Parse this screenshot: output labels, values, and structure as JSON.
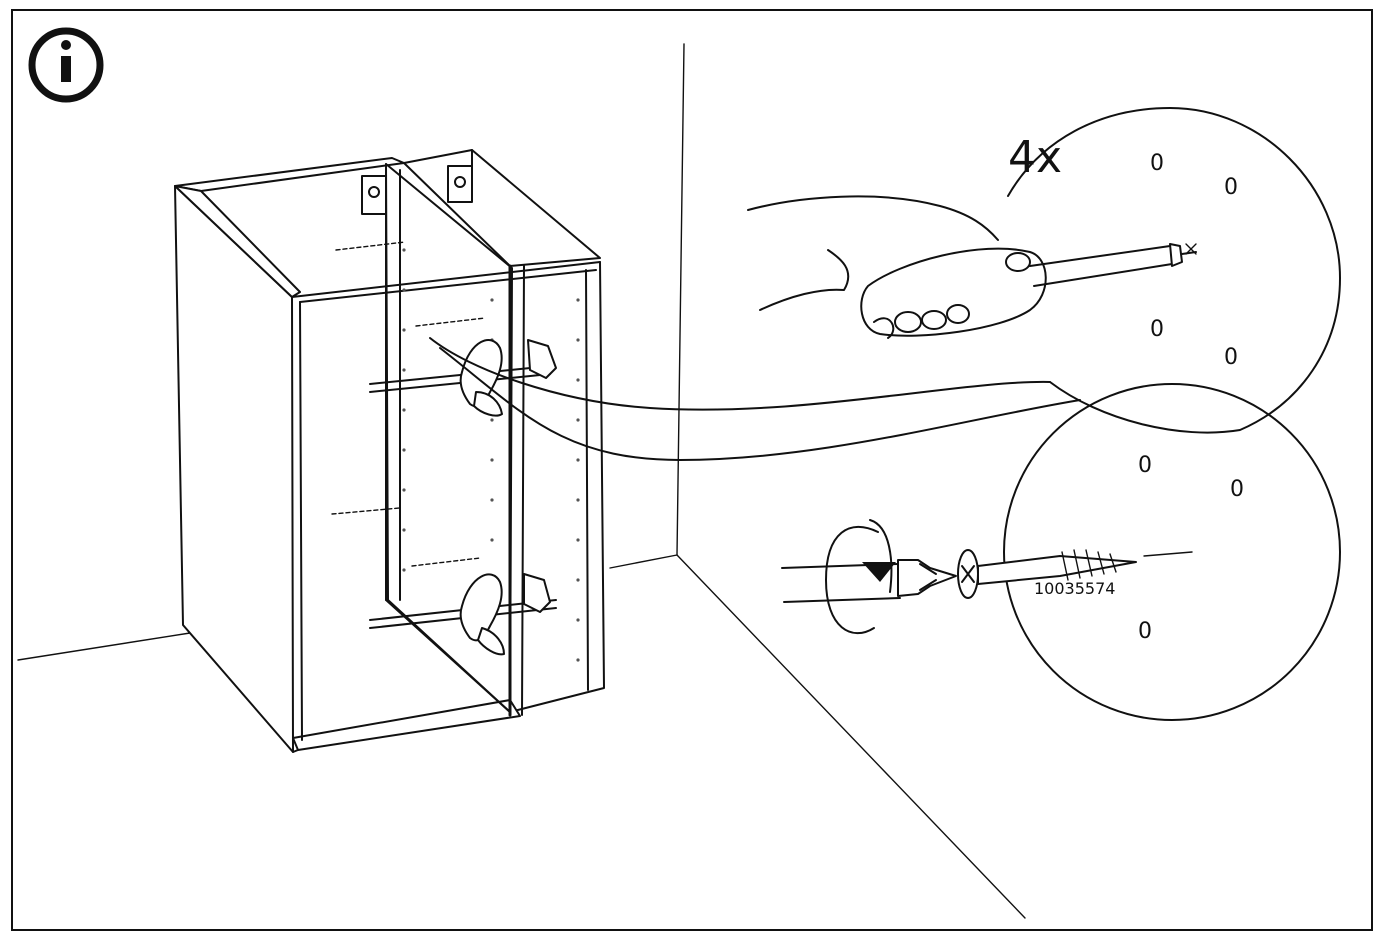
{
  "instruction_step": {
    "quantity_label": "4x",
    "part_number": "10035574",
    "hole_marks_upper": [
      "0",
      "0",
      "0",
      "0"
    ],
    "hole_marks_lower": [
      "0",
      "0",
      "0"
    ]
  },
  "icons": {
    "info": "info-icon",
    "hand": "hand-icon",
    "awl": "awl-icon",
    "screw": "screw-icon",
    "screwdriver_bit": "screwdriver-bit-icon",
    "rotate_arrow": "rotate-arrow-icon",
    "clamp": "clamp-icon",
    "cabinet": "cabinet-frame-icon"
  },
  "colors": {
    "line": "#111111",
    "background": "#ffffff"
  }
}
